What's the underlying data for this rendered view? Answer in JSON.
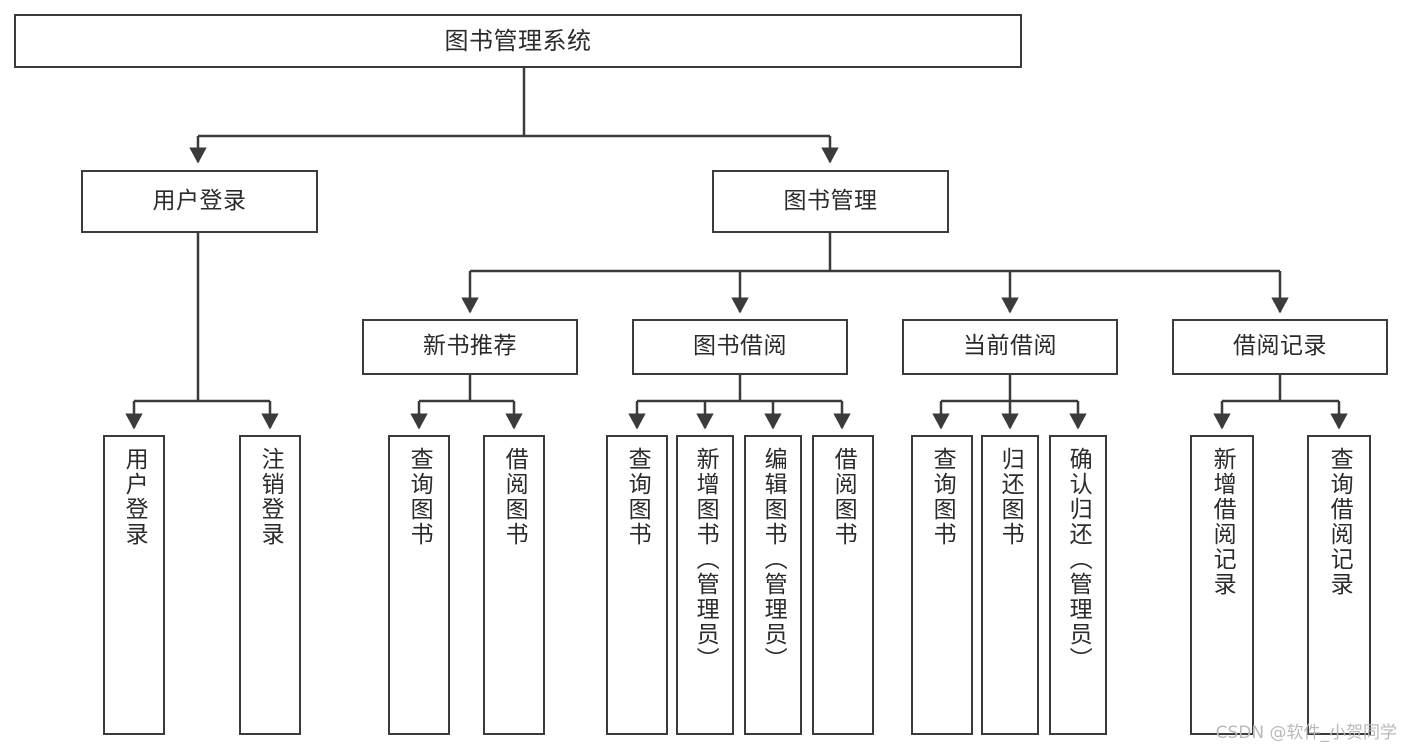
{
  "diagram": {
    "title": "图书管理系统",
    "watermark": "CSDN @软件_小贺同学",
    "line_color": "#3b3b3b",
    "text_color": "#2b2b2b",
    "background": "#ffffff"
  },
  "root": {
    "label": "图书管理系统"
  },
  "level2": {
    "user_login": {
      "label": "用户登录"
    },
    "book_manage": {
      "label": "图书管理"
    }
  },
  "level3": {
    "new_book_rec": {
      "label": "新书推荐"
    },
    "book_borrow": {
      "label": "图书借阅"
    },
    "current_borrow": {
      "label": "当前借阅"
    },
    "borrow_record": {
      "label": "借阅记录"
    }
  },
  "leaves": {
    "user_login": [
      {
        "label": "用户登录"
      },
      {
        "label": "注销登录"
      }
    ],
    "new_book_rec": [
      {
        "label": "查询图书"
      },
      {
        "label": "借阅图书"
      }
    ],
    "book_borrow": [
      {
        "label": "查询图书"
      },
      {
        "label": "新增图书（管理员）"
      },
      {
        "label": "编辑图书（管理员）"
      },
      {
        "label": "借阅图书"
      }
    ],
    "current_borrow": [
      {
        "label": "查询图书"
      },
      {
        "label": "归还图书"
      },
      {
        "label": "确认归还（管理员）"
      }
    ],
    "borrow_record": [
      {
        "label": "新增借阅记录"
      },
      {
        "label": "查询借阅记录"
      }
    ]
  }
}
